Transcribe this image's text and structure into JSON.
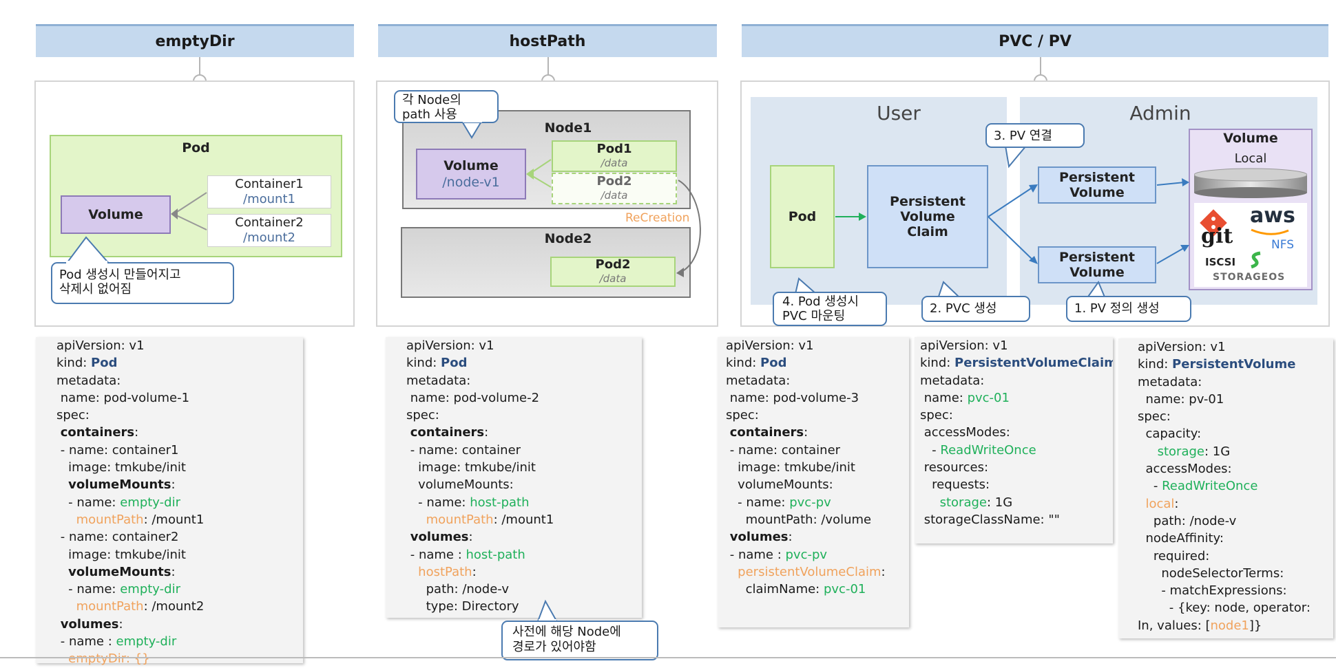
{
  "headers": {
    "empty_dir": "emptyDir",
    "host_path": "hostPath",
    "pvc_pv": "PVC / PV"
  },
  "empty_dir": {
    "pod_title": "Pod",
    "volume": "Volume",
    "container1": "Container1",
    "mount1": "/mount1",
    "container2": "Container2",
    "mount2": "/mount2",
    "callout_line1": "Pod 생성시 만들어지고",
    "callout_line2": "삭제시 없어짐"
  },
  "host_path": {
    "callout_line1": "각 Node의",
    "callout_line2": "path 사용",
    "node1": "Node1",
    "node2": "Node2",
    "volume": "Volume",
    "volume_path": "/node-v1",
    "pod1": "Pod1",
    "pod1_path": "/data",
    "pod2": "Pod2",
    "pod2_path": "/data",
    "recreation": "ReCreation",
    "pod2b": "Pod2",
    "pod2b_path": "/data",
    "bottom_callout_line1": "사전에 해당 Node에",
    "bottom_callout_line2": "경로가 있어야함"
  },
  "pvc_pv": {
    "user": "User",
    "admin": "Admin",
    "pod": "Pod",
    "pvc_line1": "Persistent",
    "pvc_line2": "Volume",
    "pvc_line3": "Claim",
    "pv1_line1": "Persistent",
    "pv1_line2": "Volume",
    "pv2_line1": "Persistent",
    "pv2_line2": "Volume",
    "volume_title": "Volume",
    "local": "Local",
    "storage_git": "git",
    "storage_aws": "aws",
    "storage_nfs": "NFS",
    "storage_iscsi": "ISCSI",
    "storage_storageos": "STORAGEOS",
    "callout3": "3. PV 연결",
    "callout4_line1": "4. Pod 생성시",
    "callout4_line2": "PVC 마운팅",
    "callout2": "2. PVC 생성",
    "callout1": "1. PV 정의 생성"
  },
  "yaml": {
    "a": {
      "l1": "apiVersion: v1",
      "l2_key": "kind: ",
      "l2_val": "Pod",
      "l3": "metadata:",
      "l4": " name: pod-volume-1",
      "l5": "spec:",
      "l6": "containers",
      "l7": " - name: container1",
      "l8": "   image: tmkube/init",
      "l9": "volumeMounts",
      "l10_key": "   - name: ",
      "l10_val": "empty-dir",
      "l11_key": "mountPath",
      "l11_val": ": /mount1",
      "l12": " - name: container2",
      "l13": "   image: tmkube/init",
      "l14": "volumeMounts",
      "l15_key": "   - name: ",
      "l15_val": "empty-dir",
      "l16_key": "mountPath",
      "l16_val": ": /mount2",
      "l17": "volumes",
      "l18_key": " - name : ",
      "l18_val": "empty-dir",
      "l19": "emptyDir: {}"
    },
    "b": {
      "l1": "apiVersion: v1",
      "l2_key": "kind: ",
      "l2_val": "Pod",
      "l3": "metadata:",
      "l4": " name: pod-volume-2",
      "l5": "spec:",
      "l6": "containers",
      "l7": " - name: container",
      "l8": "   image: tmkube/init",
      "l9": "   volumeMounts:",
      "l10_key": "   - name: ",
      "l10_val": "host-path",
      "l11_key": "mountPath",
      "l11_val": ": /mount1",
      "l12": "volumes",
      "l13_key": " - name : ",
      "l13_val": "host-path",
      "l14": "hostPath",
      "l15": "     path: /node-v",
      "l16": "     type: Directory"
    },
    "c": {
      "l1": "apiVersion: v1",
      "l2_key": "kind: ",
      "l2_val": "Pod",
      "l3": "metadata:",
      "l4": " name: pod-volume-3",
      "l5": "spec:",
      "l6": "containers",
      "l7": " - name: container",
      "l8": "   image: tmkube/init",
      "l9": "   volumeMounts:",
      "l10_key": "   - name: ",
      "l10_val": "pvc-pv",
      "l11": "     mountPath: /volume",
      "l12": "volumes",
      "l13_key": " - name : ",
      "l13_val": "pvc-pv",
      "l14": "persistentVolumeClaim",
      "l15_key": "     claimName: ",
      "l15_val": "pvc-01"
    },
    "d": {
      "l1": "apiVersion: v1",
      "l2_key": "kind: ",
      "l2_val": "PersistentVolumeClaim",
      "l3": "metadata:",
      "l4_key": " name: ",
      "l4_val": "pvc-01",
      "l5": "spec:",
      "l6": " accessModes:",
      "l7_key": "   - ",
      "l7_val": "ReadWriteOnce",
      "l8": " resources:",
      "l9": "   requests:",
      "l10_key": "storage",
      "l10_val": ": 1G",
      "l11": " storageClassName: \"\""
    },
    "e": {
      "l1": "apiVersion: v1",
      "l2_key": "kind: ",
      "l2_val": "PersistentVolume",
      "l3": "metadata:",
      "l4": "  name: pv-01",
      "l5": "spec:",
      "l6": "  capacity:",
      "l7_key": "storage",
      "l7_val": ": 1G",
      "l8": "  accessModes:",
      "l9_key": "    - ",
      "l9_val": "ReadWriteOnce",
      "l10": "local",
      "l11": "    path: /node-v",
      "l12": "  nodeAffinity:",
      "l13": "    required:",
      "l14": "      nodeSelectorTerms:",
      "l15": "      - matchExpressions:",
      "l16": "        - {key: node, operator:",
      "l17_key": "In, values: [",
      "l17_val": "node1",
      "l17_end": "]}"
    }
  }
}
